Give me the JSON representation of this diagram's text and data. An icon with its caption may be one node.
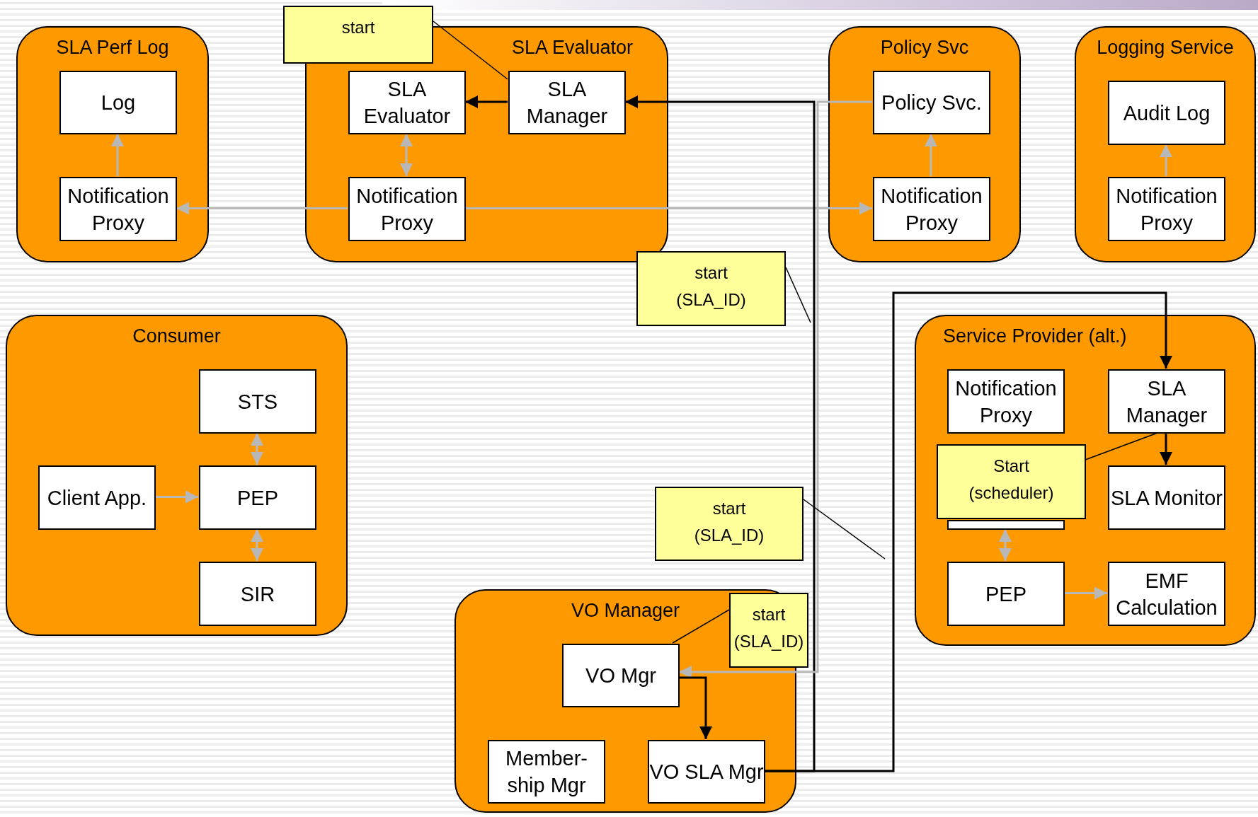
{
  "diagram": {
    "nodes": [
      {
        "text": [
          "SLA Perf Log"
        ]
      },
      {
        "text": [
          "Log"
        ],
        "in": 0
      },
      {
        "text": [
          "Notification Proxy"
        ],
        "in": 0
      },
      {
        "text": [
          "SLA Evaluator"
        ]
      },
      {
        "text": [
          "SLA Evaluator"
        ],
        "in": 3
      },
      {
        "text": [
          "SLA Manager"
        ],
        "in": 3
      },
      {
        "text": [
          "Notification Proxy"
        ],
        "in": 3
      },
      {
        "text": [
          "Policy Svc"
        ]
      },
      {
        "text": [
          "Policy Svc."
        ],
        "in": 7
      },
      {
        "text": [
          "Notification Proxy"
        ],
        "in": 7
      },
      {
        "text": [
          "Logging Service"
        ]
      },
      {
        "text": [
          "Audit Log"
        ],
        "in": 10
      },
      {
        "text": [
          "Notification Proxy"
        ],
        "in": 10
      },
      {
        "text": [
          "Consumer"
        ]
      },
      {
        "text": [
          "STS"
        ],
        "in": 13
      },
      {
        "text": [
          "Client App."
        ],
        "in": 13
      },
      {
        "text": [
          "PEP"
        ],
        "in": 13
      },
      {
        "text": [
          "SIR"
        ],
        "in": 13
      },
      {
        "text": [
          "Service Provider (alt.)"
        ]
      },
      {
        "text": [
          "Notification Proxy"
        ],
        "in": 18
      },
      {
        "text": [
          "SLA Manager"
        ],
        "in": 18
      },
      {
        "text": [],
        "shape": "box",
        "in": 18
      },
      {
        "text": [
          "SLA Monitor"
        ],
        "in": 18
      },
      {
        "text": [
          "PEP"
        ],
        "in": 18
      },
      {
        "text": [
          "EMF Calculation"
        ],
        "in": 18
      },
      {
        "text": [
          "VO Manager"
        ]
      },
      {
        "text": [
          "VO Mgr"
        ],
        "in": 25
      },
      {
        "text": [
          "Member- ship Mgr"
        ],
        "in": 25
      },
      {
        "text": [
          "VO SLA Mgr"
        ],
        "in": 25
      },
      {
        "text": [
          "start"
        ]
      },
      {
        "text": [
          "start (SLA_ID)"
        ]
      },
      {
        "text": [
          "start (SLA_ID)"
        ]
      },
      {
        "text": [
          "start (SLA_ID)"
        ]
      },
      {
        "text": [
          "Start (scheduler)"
        ],
        "in": 18
      }
    ],
    "edges": [
      {
        "from": 2,
        "to": 1,
        "arrow": "to"
      },
      {
        "from": 6,
        "to": 2,
        "arrow": "to"
      },
      {
        "from": 6,
        "to": 9,
        "arrow": "to"
      },
      {
        "from": 4,
        "to": 6,
        "arrow": "both"
      },
      {
        "from": 5,
        "to": 4,
        "arrow": "to",
        "color": "#000000"
      },
      {
        "from": 9,
        "to": 8,
        "arrow": "to"
      },
      {
        "from": 12,
        "to": 11,
        "arrow": "to"
      },
      {
        "from": 14,
        "to": 16,
        "arrow": "both"
      },
      {
        "from": 16,
        "to": 17,
        "arrow": "both"
      },
      {
        "from": 15,
        "to": 16,
        "arrow": "to"
      },
      {
        "from": 28,
        "to": 5,
        "arrow": "to",
        "color": "#000000"
      },
      {
        "from": 28,
        "to": 20,
        "arrow": "to",
        "color": "#000000"
      },
      {
        "from": 8,
        "to": 26,
        "arrow": "to"
      },
      {
        "from": 26,
        "to": 28,
        "arrow": "to",
        "color": "#000000"
      },
      {
        "from": 20,
        "to": 22,
        "arrow": "to",
        "color": "#000000"
      },
      {
        "from": 21,
        "to": 23,
        "arrow": "both"
      },
      {
        "from": 23,
        "to": 24,
        "arrow": "to"
      },
      {
        "from": 29,
        "to": 5,
        "arrow": "none",
        "color": "#000000"
      },
      {
        "from": 30,
        "to": null,
        "arrow": "none",
        "color": "#000000"
      },
      {
        "from": 31,
        "to": null,
        "arrow": "none",
        "color": "#000000"
      },
      {
        "from": 32,
        "to": 26,
        "arrow": "none",
        "color": "#000000"
      },
      {
        "from": 33,
        "to": 20,
        "arrow": "none",
        "color": "#000000"
      }
    ]
  }
}
